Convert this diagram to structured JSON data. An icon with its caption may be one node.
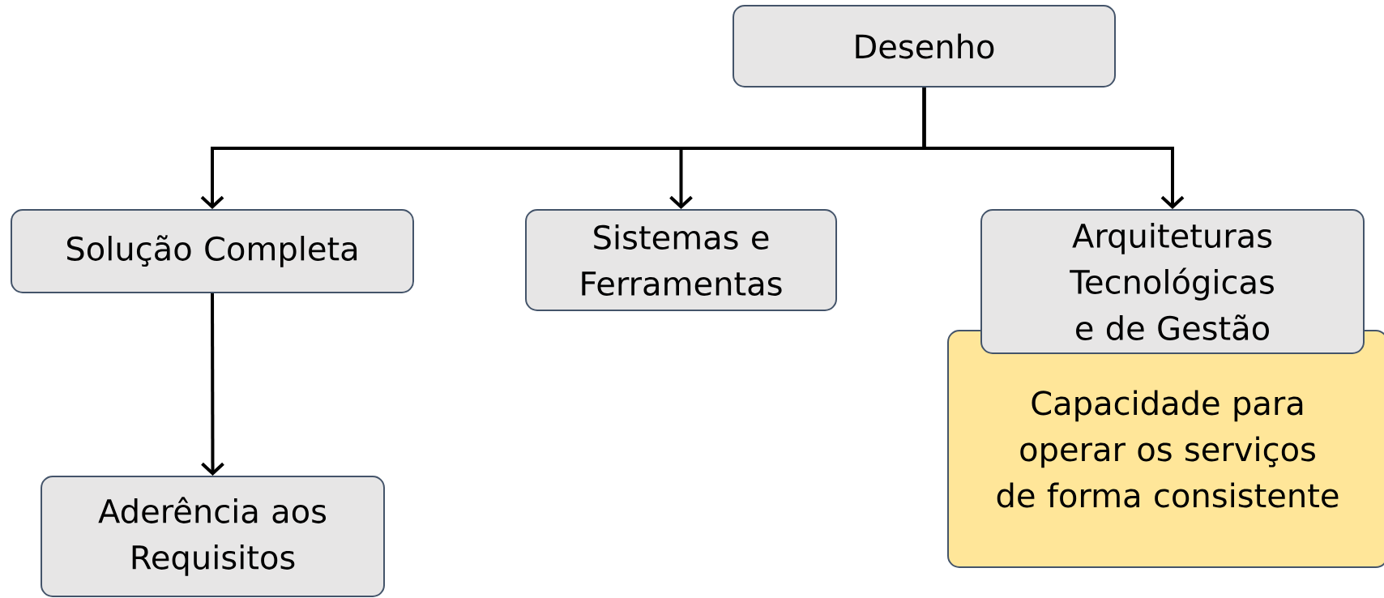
{
  "diagram": {
    "nodes": [
      {
        "text": [
          "Desenho"
        ]
      },
      {
        "text": [
          "Solução Completa"
        ]
      },
      {
        "text": [
          "Sistemas e Ferramentas"
        ]
      },
      {
        "text": [
          "Arquiteturas Tecnológicas e de Gestão"
        ]
      },
      {
        "text": [
          "Capacidade para operar os serviços de forma consistente"
        ]
      },
      {
        "text": [
          "Aderência aos Requisitos"
        ]
      }
    ],
    "edges": [
      {
        "from": 0,
        "to": 1,
        "arrow": "to"
      },
      {
        "from": 0,
        "to": 2,
        "arrow": "to"
      },
      {
        "from": 0,
        "to": 3,
        "arrow": "to"
      },
      {
        "from": 1,
        "to": 5,
        "arrow": "to"
      }
    ]
  }
}
